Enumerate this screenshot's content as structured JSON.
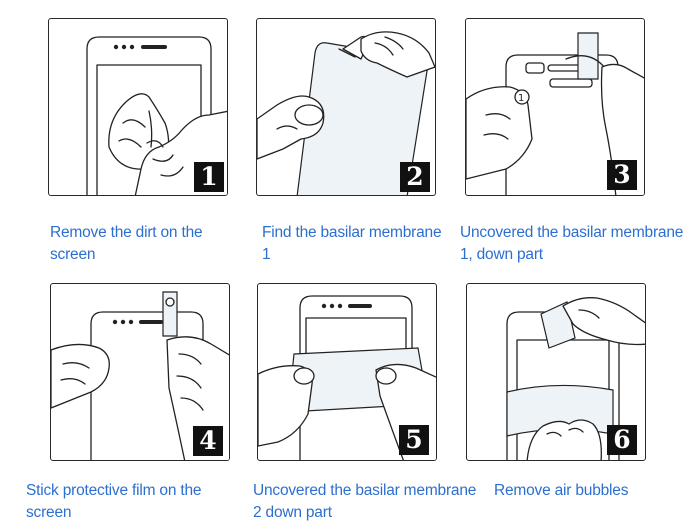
{
  "steps": [
    {
      "number": "1",
      "caption": "Remove the dirt on the screen"
    },
    {
      "number": "2",
      "caption": "Find the basilar membrane 1"
    },
    {
      "number": "3",
      "caption": "Uncovered the basilar membrane 1, down part"
    },
    {
      "number": "4",
      "caption": "Stick protective film on the screen"
    },
    {
      "number": "5",
      "caption": "Uncovered the basilar membrane 2 down part"
    },
    {
      "number": "6",
      "caption": "Remove air bubbles"
    }
  ],
  "colors": {
    "caption": "#2c6fd0",
    "badge": "#111111",
    "border": "#2a2a2a"
  },
  "icons": {
    "illustration": "phone-screen-protector-drawing"
  }
}
